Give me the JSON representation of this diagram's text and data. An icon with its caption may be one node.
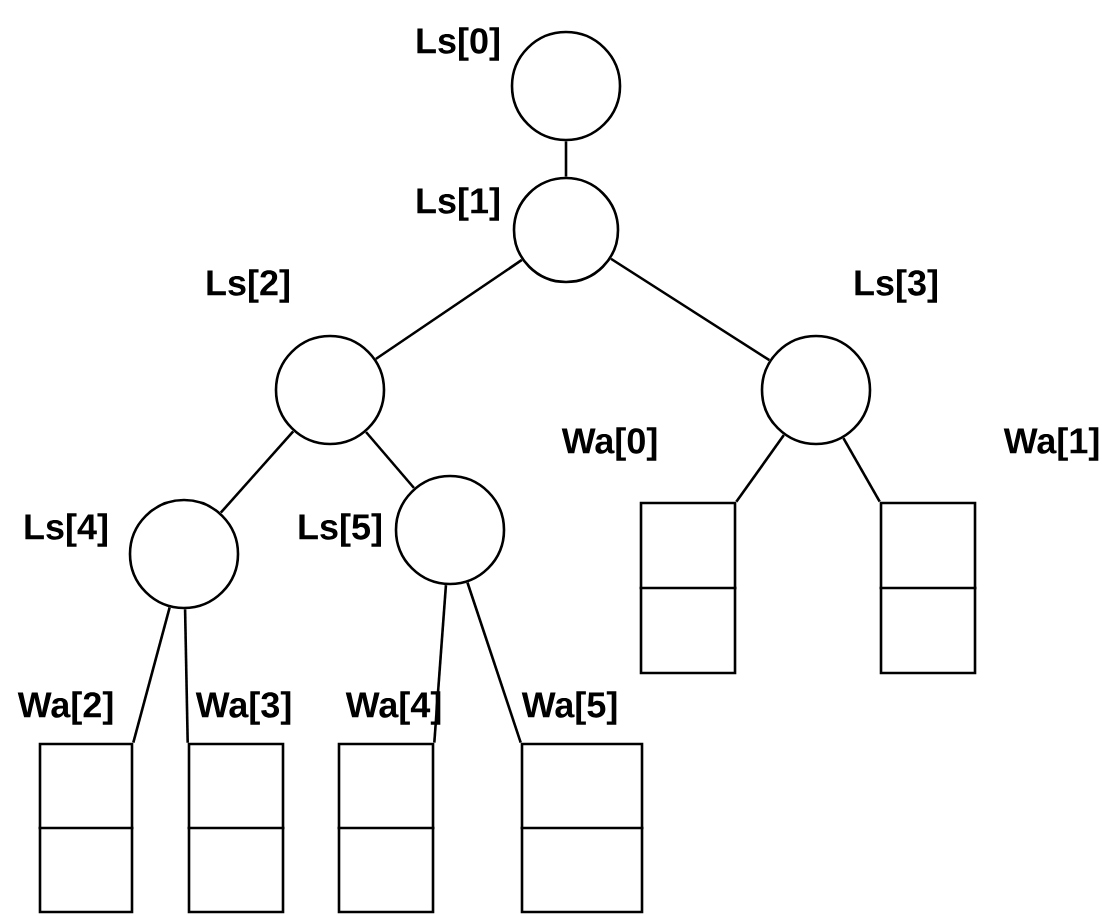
{
  "diagram": {
    "nodes": [
      {
        "text": [],
        "shape": "circle",
        "beside": [
          "Ls[0]"
        ]
      },
      {
        "text": [],
        "shape": "circle",
        "beside": [
          "Ls[1]"
        ]
      },
      {
        "text": [],
        "shape": "circle",
        "beside": [
          "Ls[2]"
        ]
      },
      {
        "text": [],
        "shape": "circle",
        "beside": [
          "Ls[3]"
        ]
      },
      {
        "text": [],
        "shape": "circle",
        "beside": [
          "Ls[4]"
        ]
      },
      {
        "text": [],
        "shape": "circle",
        "beside": [
          "Ls[5]"
        ]
      },
      {
        "text": [],
        "shape": "box",
        "beside": [
          "Wa[0]"
        ]
      },
      {
        "text": [],
        "shape": "box",
        "beside": [
          "Wa[1]"
        ]
      },
      {
        "text": [],
        "shape": "box",
        "beside": [
          "Wa[2]"
        ]
      },
      {
        "text": [],
        "shape": "box",
        "beside": [
          "Wa[3]"
        ]
      },
      {
        "text": [],
        "shape": "box",
        "beside": [
          "Wa[4]"
        ]
      },
      {
        "text": [],
        "shape": "box",
        "beside": [
          "Wa[5]"
        ]
      }
    ],
    "edges": [
      {
        "from": 0,
        "to": 1,
        "arrow": "none"
      },
      {
        "from": 1,
        "to": 2,
        "arrow": "none"
      },
      {
        "from": 1,
        "to": 3,
        "arrow": "none"
      },
      {
        "from": 2,
        "to": 4,
        "arrow": "none"
      },
      {
        "from": 2,
        "to": 5,
        "arrow": "none"
      },
      {
        "from": 3,
        "to": 6,
        "arrow": "none"
      },
      {
        "from": 3,
        "to": 7,
        "arrow": "none"
      },
      {
        "from": 4,
        "to": 8,
        "arrow": "none"
      },
      {
        "from": 4,
        "to": 9,
        "arrow": "none"
      },
      {
        "from": 5,
        "to": 10,
        "arrow": "none"
      },
      {
        "from": 5,
        "to": 11,
        "arrow": "none"
      }
    ]
  }
}
